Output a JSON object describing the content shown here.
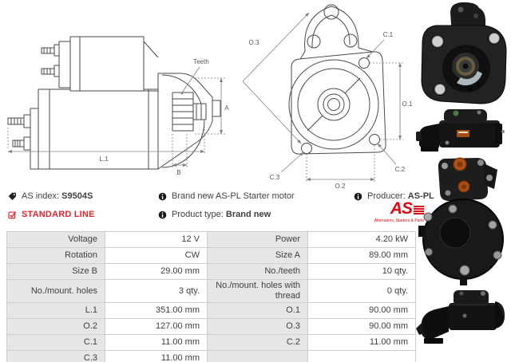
{
  "header": {
    "as_index_label": "AS index:",
    "as_index_value": "S9504S",
    "standard_line_label": "STANDARD LINE",
    "brand_new_line": "Brand new AS-PL Starter motor",
    "product_type_label": "Product type:",
    "product_type_value": "Brand new",
    "producer_label": "Producer:",
    "producer_value": "AS-PL"
  },
  "logo": {
    "text": "AS",
    "tagline": "Alternators, Starters & Parts"
  },
  "drawings": {
    "side_view": {
      "teeth": "Teeth",
      "dim_a": "A",
      "dim_b": "B",
      "dim_l1": "L.1"
    },
    "front_view": {
      "dim_o1": "O.1",
      "dim_o2": "O.2",
      "dim_o3": "O.3",
      "dim_c1": "C.1",
      "dim_c2": "C.2",
      "dim_c3": "C.3"
    }
  },
  "spec_table": {
    "rows": [
      {
        "label1": "Voltage",
        "value1": "12 V",
        "label2": "Power",
        "value2": "4.20 kW"
      },
      {
        "label1": "Rotation",
        "value1": "CW",
        "label2": "Size A",
        "value2": "89.00 mm"
      },
      {
        "label1": "Size B",
        "value1": "29.00 mm",
        "label2": "No./teeth",
        "value2": "10 qty."
      },
      {
        "label1": "No./mount. holes",
        "value1": "3 qty.",
        "label2": "No./mount. holes with thread",
        "value2": "0 qty."
      },
      {
        "label1": "L.1",
        "value1": "351.00 mm",
        "label2": "O.1",
        "value2": "90.00 mm"
      },
      {
        "label1": "O.2",
        "value1": "127.00 mm",
        "label2": "O.3",
        "value2": "90.00 mm"
      },
      {
        "label1": "C.1",
        "value1": "11.00 mm",
        "label2": "C.2",
        "value2": "11.00 mm"
      },
      {
        "label1": "C.3",
        "value1": "11.00 mm",
        "label2": "",
        "value2": ""
      }
    ]
  },
  "icons": {
    "as_index": "tag-icon",
    "standard_line": "checkbox-checked-icon",
    "info": "info-icon"
  },
  "colors": {
    "accent_red": "#e8242e",
    "logo_red": "#e30613",
    "table_label_bg": "#e6e6e6",
    "table_border": "#cfcfcf",
    "drawing_line": "#4a4a4a",
    "text": "#3f3f3f"
  }
}
